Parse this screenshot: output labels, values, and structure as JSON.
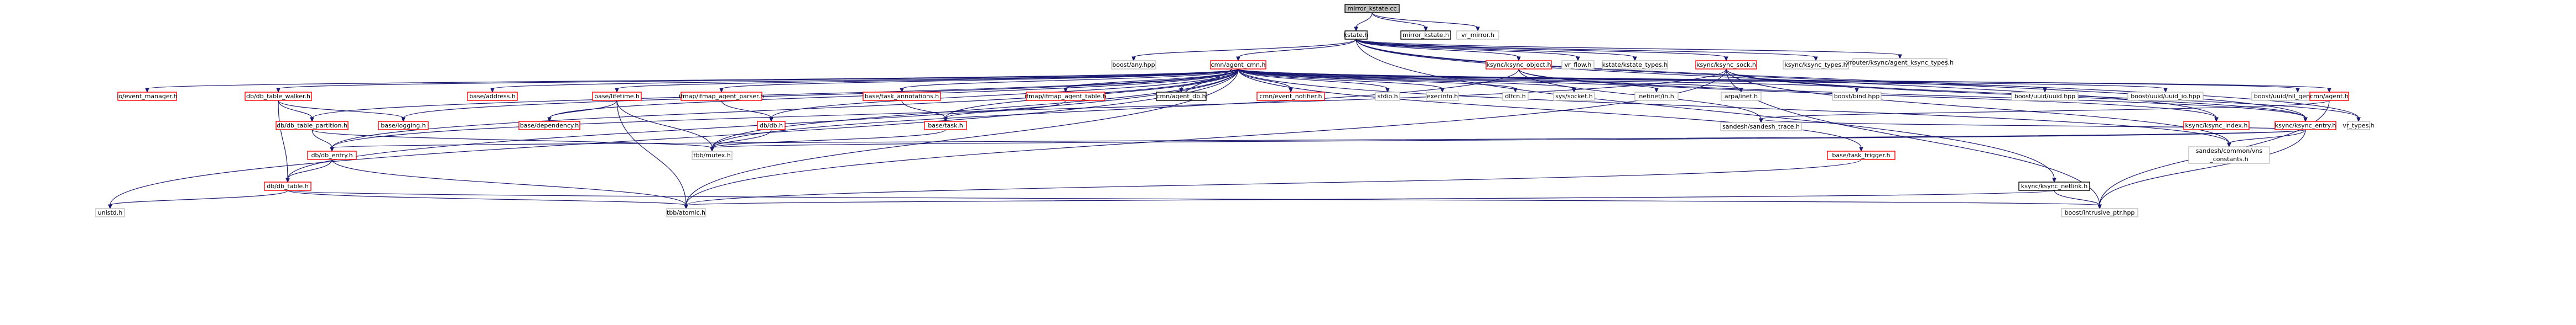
{
  "title": "mirror_kstate.cc",
  "colors": {
    "edge": "#191970",
    "root_fill": "#bfbfbf",
    "root_stroke": "#000000",
    "plain_stroke": "#bfbfbf",
    "ok_stroke": "#000000",
    "missing_stroke": "#ff0000",
    "fill": "#ffffff"
  },
  "nodes": {
    "mirror_kstate_cc": {
      "label": "mirror_kstate.cc",
      "kind": "root"
    },
    "kstate_h": {
      "label": "kstate.h",
      "kind": "ok"
    },
    "mirror_kstate_h": {
      "label": "mirror_kstate.h",
      "kind": "ok"
    },
    "vr_mirror_h": {
      "label": "vr_mirror.h",
      "kind": "plain"
    },
    "boost_any": {
      "label": "boost/any.hpp",
      "kind": "plain"
    },
    "cmn_agent_cmn": {
      "label": "cmn/agent_cmn.h",
      "kind": "missing"
    },
    "ksync_object": {
      "label": "ksync/ksync_object.h",
      "kind": "missing"
    },
    "vr_flow": {
      "label": "vr_flow.h",
      "kind": "plain"
    },
    "kstate_types": {
      "label": "kstate/kstate_types.h",
      "kind": "plain"
    },
    "ksync_sock": {
      "label": "ksync/ksync_sock.h",
      "kind": "missing"
    },
    "ksync_types": {
      "label": "ksync/ksync_types.h",
      "kind": "plain"
    },
    "vrouter_ksync": {
      "label": "vrouter/ksync/agent_ksync_types.h",
      "kind": "plain"
    },
    "io_event_manager": {
      "label": "io/event_manager.h",
      "kind": "missing"
    },
    "db_table_walker": {
      "label": "db/db_table_walker.h",
      "kind": "missing"
    },
    "base_logging": {
      "label": "base/logging.h",
      "kind": "missing"
    },
    "base_address": {
      "label": "base/address.h",
      "kind": "missing"
    },
    "base_lifetime": {
      "label": "base/lifetime.h",
      "kind": "missing"
    },
    "ifmap_agent_parser": {
      "label": "ifmap/ifmap_agent_parser.h",
      "kind": "missing"
    },
    "base_task_annotations": {
      "label": "base/task_annotations.h",
      "kind": "missing"
    },
    "ifmap_agent_table": {
      "label": "ifmap/ifmap_agent_table.h",
      "kind": "missing"
    },
    "cmn_agent_db": {
      "label": "cmn/agent_db.h",
      "kind": "ok"
    },
    "cmn_event_notifier": {
      "label": "cmn/event_notifier.h",
      "kind": "missing"
    },
    "stdio": {
      "label": "stdio.h",
      "kind": "plain"
    },
    "execinfo": {
      "label": "execinfo.h",
      "kind": "plain"
    },
    "dlfcn": {
      "label": "dlfcn.h",
      "kind": "plain"
    },
    "sys_socket": {
      "label": "sys/socket.h",
      "kind": "plain"
    },
    "netinet_in": {
      "label": "netinet/in.h",
      "kind": "plain"
    },
    "arpa_inet": {
      "label": "arpa/inet.h",
      "kind": "plain"
    },
    "boost_bind": {
      "label": "boost/bind.hpp",
      "kind": "plain"
    },
    "boost_uuid": {
      "label": "boost/uuid/uuid.hpp",
      "kind": "plain"
    },
    "boost_uuid_io": {
      "label": "boost/uuid/uuid_io.hpp",
      "kind": "plain"
    },
    "boost_nil_gen": {
      "label": "boost/uuid/nil_generator.hpp",
      "kind": "plain"
    },
    "cmn_agent": {
      "label": "cmn/agent.h",
      "kind": "missing"
    },
    "ksync_index": {
      "label": "ksync/ksync_index.h",
      "kind": "missing"
    },
    "ksync_entry": {
      "label": "ksync/ksync_entry.h",
      "kind": "missing"
    },
    "vr_types": {
      "label": "vr_types.h",
      "kind": "plain"
    },
    "db_table_partition": {
      "label": "db/db_table_partition.h",
      "kind": "missing"
    },
    "base_dependency": {
      "label": "base/dependency.h",
      "kind": "missing"
    },
    "db_db": {
      "label": "db/db.h",
      "kind": "missing"
    },
    "base_task": {
      "label": "base/task.h",
      "kind": "missing"
    },
    "sandesh_trace": {
      "label": "sandesh/sandesh_trace.h",
      "kind": "plain"
    },
    "sandesh_constants": {
      "label": "sandesh/common/vns\n_constants.h",
      "kind": "plain"
    },
    "db_entry": {
      "label": "db/db_entry.h",
      "kind": "missing"
    },
    "tbb_mutex": {
      "label": "tbb/mutex.h",
      "kind": "plain"
    },
    "base_task_trigger": {
      "label": "base/task_trigger.h",
      "kind": "missing"
    },
    "db_table": {
      "label": "db/db_table.h",
      "kind": "missing"
    },
    "ksync_netlink": {
      "label": "ksync/ksync_netlink.h",
      "kind": "ok"
    },
    "unistd": {
      "label": "unistd.h",
      "kind": "plain"
    },
    "tbb_atomic": {
      "label": "tbb/atomic.h",
      "kind": "plain"
    },
    "boost_intrusive_ptr": {
      "label": "boost/intrusive_ptr.hpp",
      "kind": "plain"
    }
  }
}
